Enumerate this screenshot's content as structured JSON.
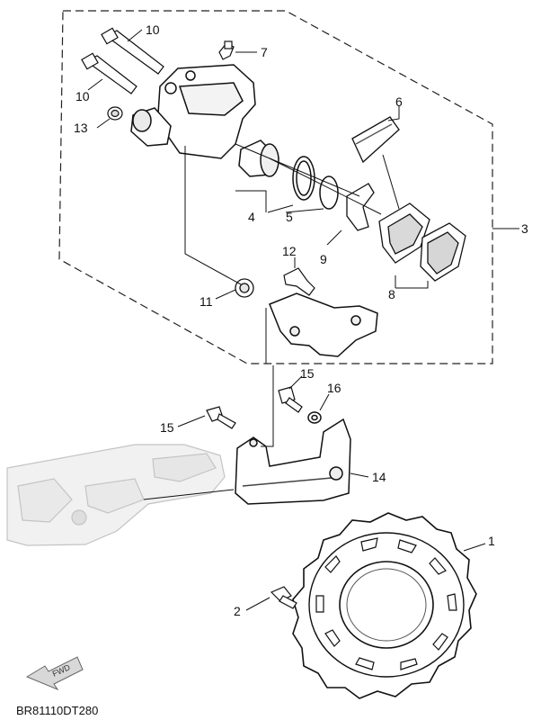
{
  "diagram": {
    "callouts": {
      "c1": "1",
      "c2": "2",
      "c3": "3",
      "c4": "4",
      "c5": "5",
      "c6": "6",
      "c7": "7",
      "c8": "8",
      "c9": "9",
      "c10a": "10",
      "c10b": "10",
      "c11": "11",
      "c12": "12",
      "c13": "13",
      "c14": "14",
      "c15a": "15",
      "c15b": "15",
      "c16": "16"
    },
    "fwd_label": "FWD",
    "drawing_code": "BR81110DT280"
  }
}
